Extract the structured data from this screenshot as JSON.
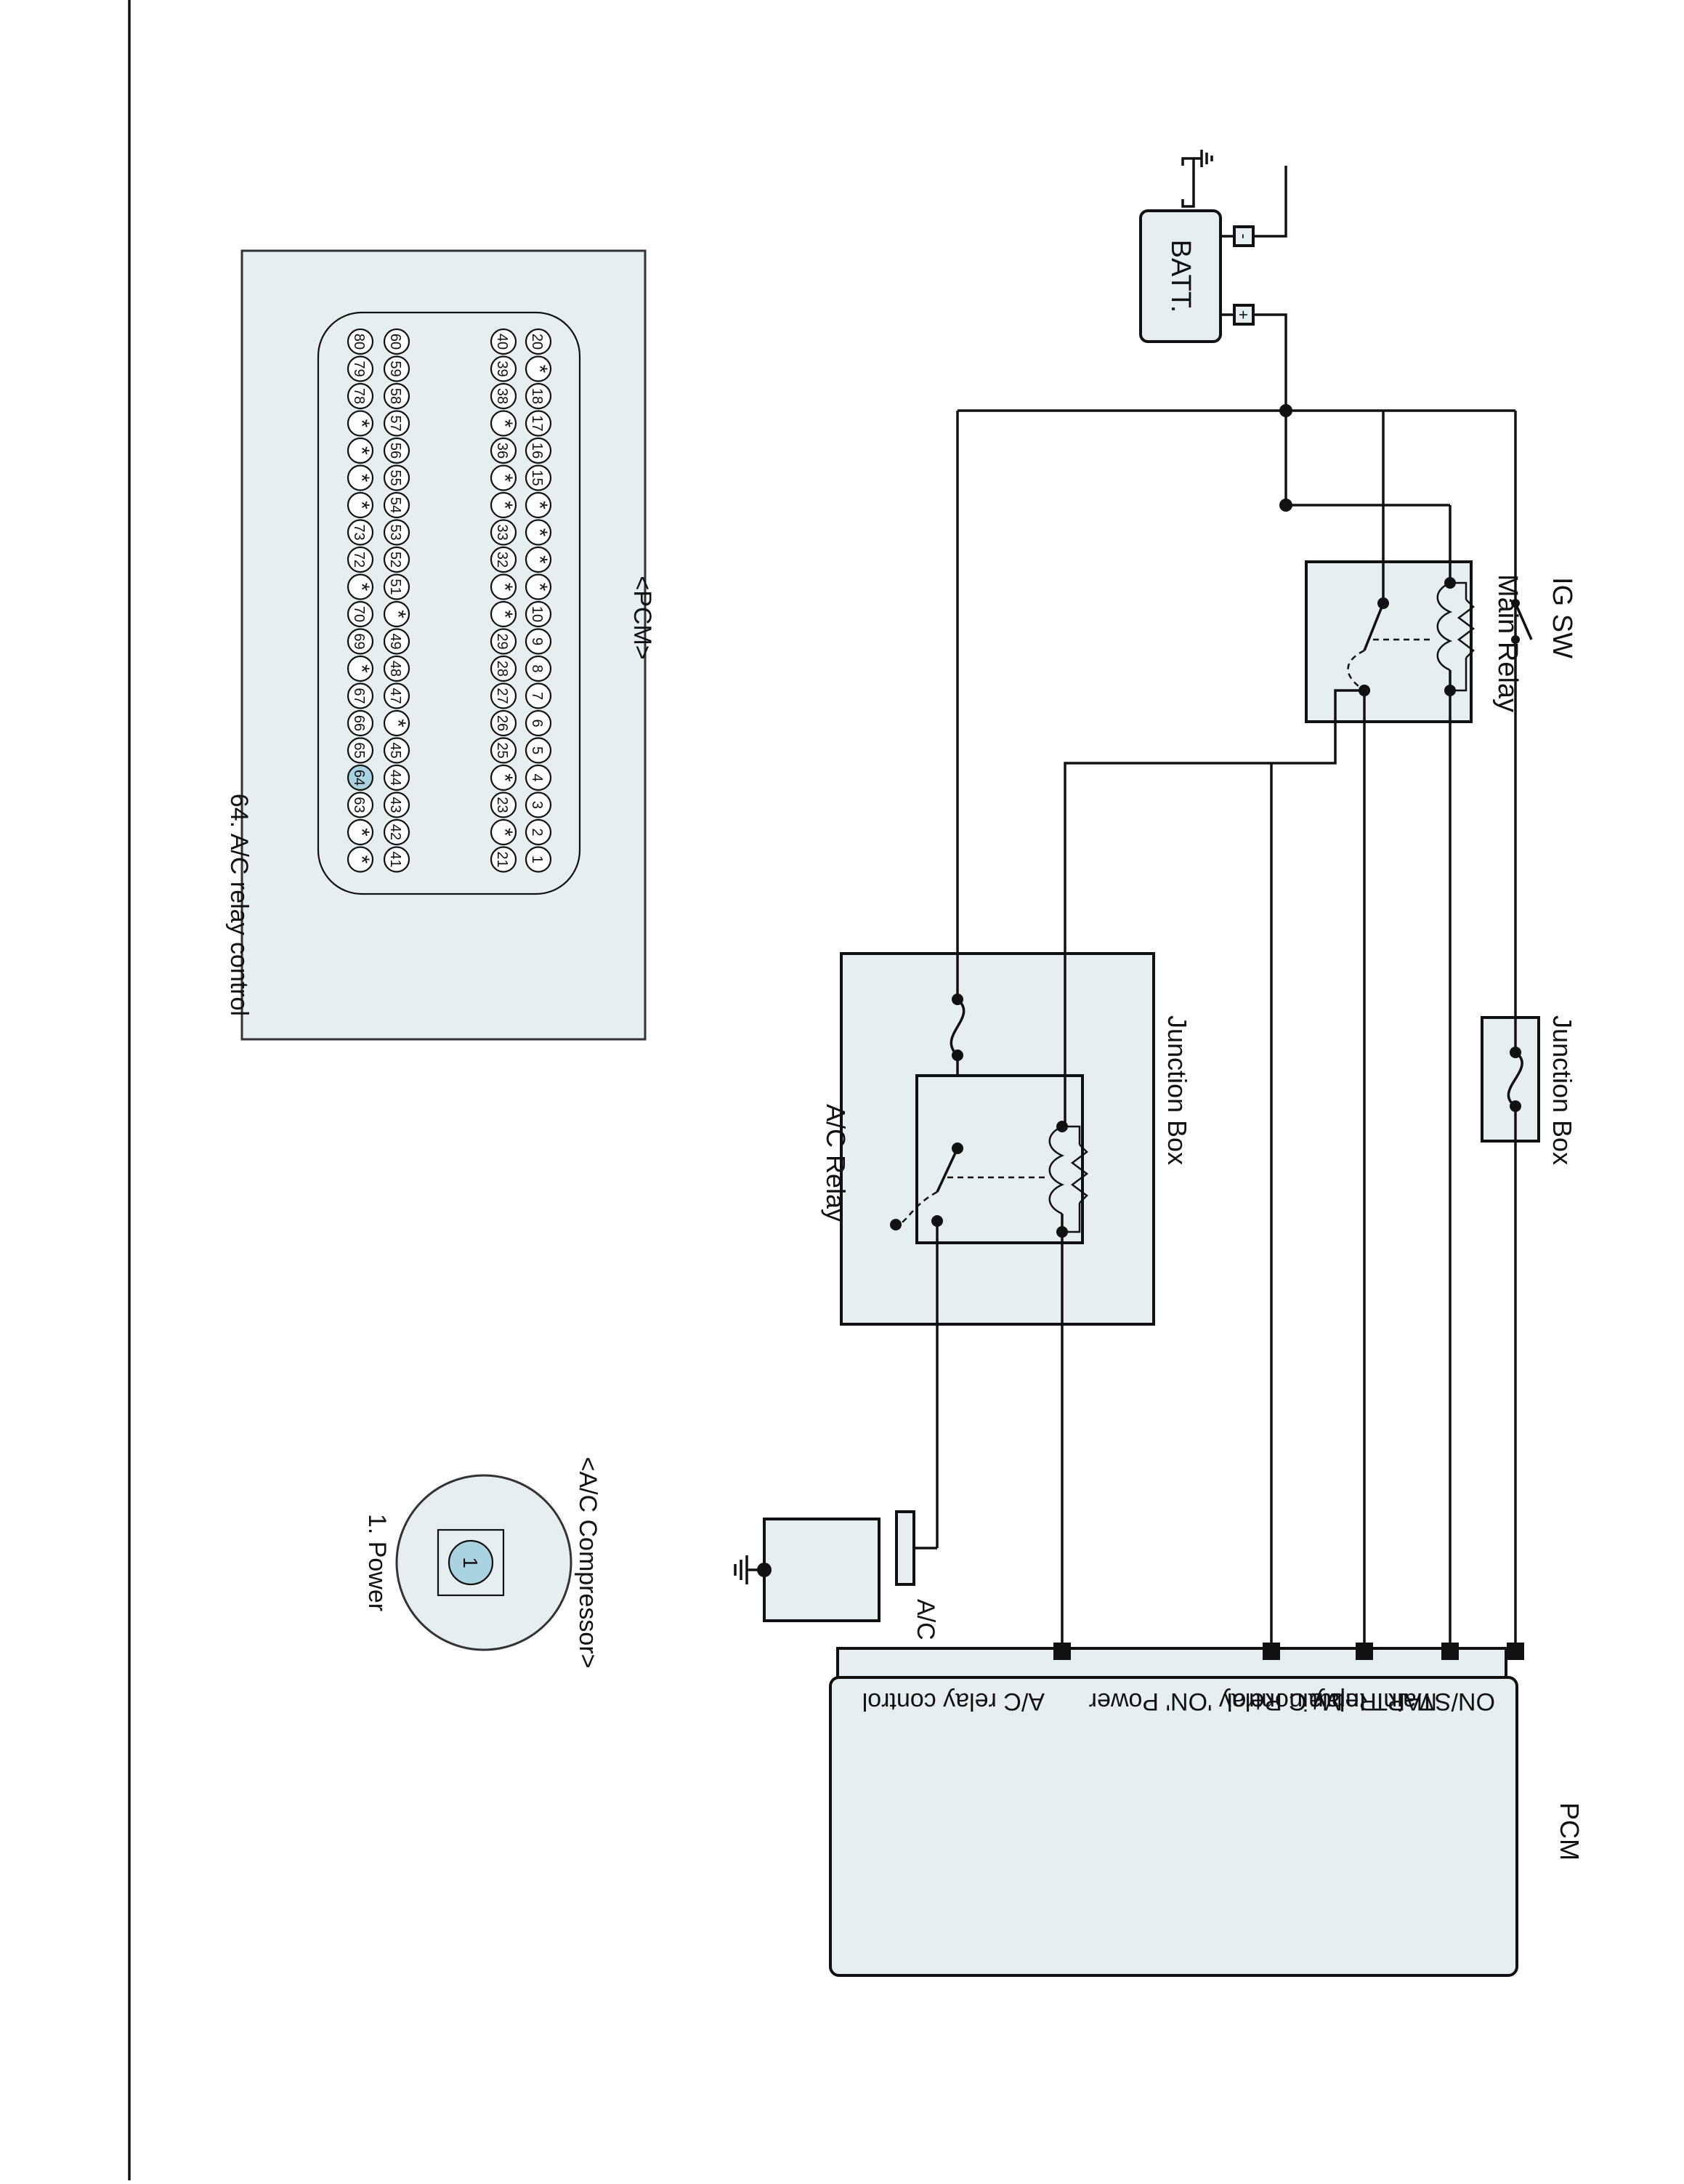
{
  "diagram": {
    "components": {
      "batt": "BATT.",
      "ig_sw": "IG SW",
      "main_relay": "Main Relay",
      "junction_box_1": "Junction Box",
      "junction_box_2": "Junction Box",
      "ac_relay": "A/C Relay",
      "ac_compressor": "A/C Compressor",
      "pcm": "PCM"
    },
    "pcm_terminals": [
      "ON/START Input",
      "Main Relay Control",
      "Main Relay 'ON'\nPower",
      "A/C relay control"
    ],
    "terminal_marks": {
      "plus": "+",
      "minus": "-"
    }
  },
  "connectors": {
    "pcm": {
      "title": "<PCM>",
      "caption": "64. A/C relay control",
      "highlight_pin": "64",
      "row1": [
        "20",
        "*",
        "18",
        "17",
        "16",
        "15",
        "*",
        "*",
        "*",
        "*",
        "10",
        "9",
        "8",
        "7",
        "6",
        "5",
        "4",
        "3",
        "2",
        "1"
      ],
      "row2": [
        "40",
        "39",
        "38",
        "*",
        "36",
        "*",
        "*",
        "33",
        "32",
        "*",
        "*",
        "29",
        "28",
        "27",
        "26",
        "25",
        "*",
        "23",
        "*",
        "21"
      ],
      "row3": [
        "60",
        "59",
        "58",
        "57",
        "56",
        "55",
        "54",
        "53",
        "52",
        "51",
        "*",
        "49",
        "48",
        "47",
        "*",
        "45",
        "44",
        "43",
        "42",
        "41"
      ],
      "row4": [
        "80",
        "79",
        "78",
        "*",
        "*",
        "*",
        "*",
        "73",
        "72",
        "*",
        "70",
        "69",
        "*",
        "67",
        "66",
        "65",
        "64",
        "63",
        "*",
        "*"
      ]
    },
    "ac_compressor": {
      "title": "<A/C Compressor>",
      "pin": "1",
      "caption": "1. Power"
    }
  }
}
